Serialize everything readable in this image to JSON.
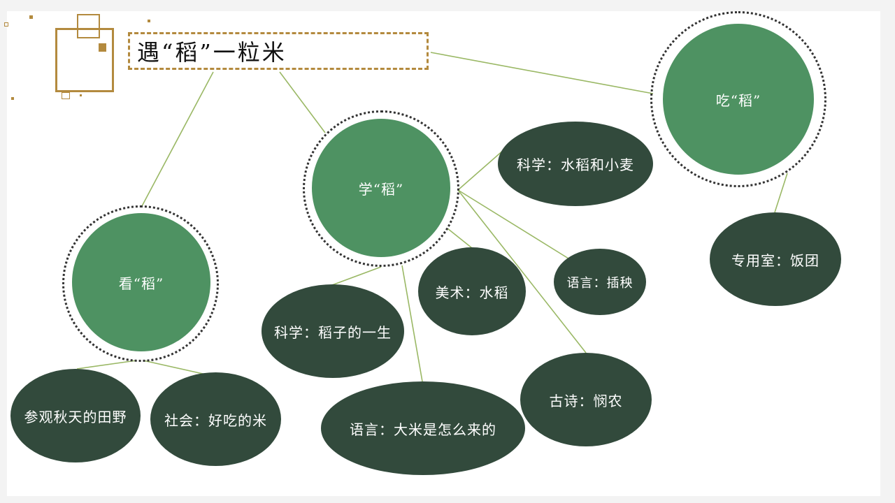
{
  "title": "遇“稻”一粒米",
  "colors": {
    "main_node": "#4e9262",
    "sub_node": "#324a3c",
    "connector": "#9ab865",
    "title_border": "#b38a3e",
    "ring": "#333333"
  },
  "topics": {
    "look": "看“稻”",
    "learn": "学“稻”",
    "eat": "吃“稻”"
  },
  "activities": {
    "field_visit": "参观秋天的田野",
    "social_rice": "社会：好吃的米",
    "science_life": "科学：稻子的一生",
    "language_rice": "语言：大米是怎么来的",
    "art_rice": "美术：水稻",
    "poem": "古诗：悯农",
    "language_transplant": "语言：插秧",
    "science_rice_wheat": "科学：水稻和小麦",
    "room_riceball": "专用室：饭团"
  }
}
